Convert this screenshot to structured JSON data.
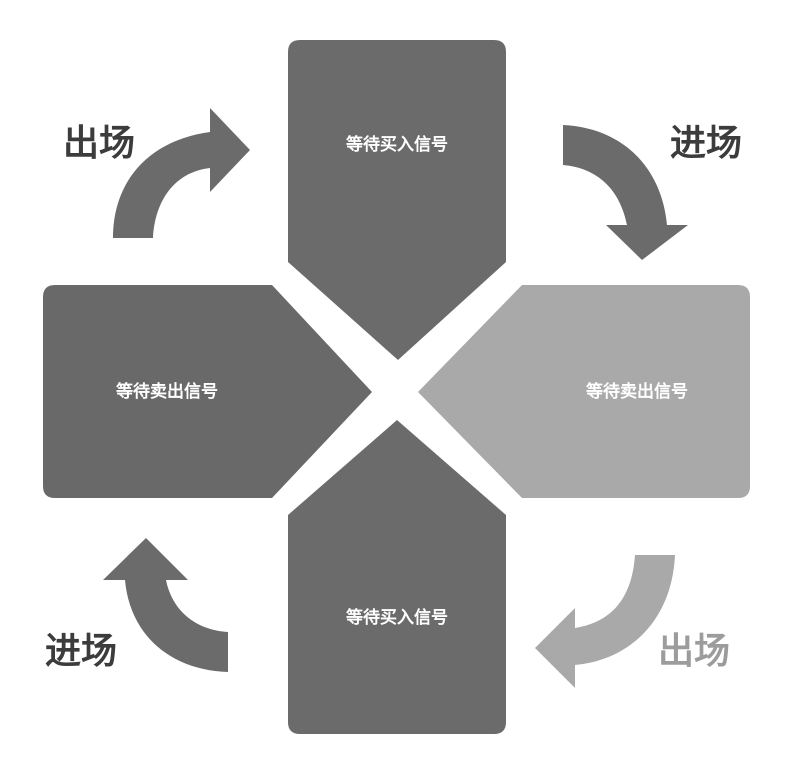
{
  "colors": {
    "dark": "#6b6b6b",
    "darker": "#696969",
    "light": "#a9a9a9",
    "label_dark": "#3c3c3c",
    "label_light": "#9c9c9c"
  },
  "blocks": {
    "top": {
      "label": "等待买入信号"
    },
    "left": {
      "label": "等待卖出信号"
    },
    "right": {
      "label": "等待卖出信号"
    },
    "bottom": {
      "label": "等待买入信号"
    }
  },
  "phases": {
    "top_left": {
      "label": "出场"
    },
    "top_right": {
      "label": "进场"
    },
    "bottom_left": {
      "label": "进场"
    },
    "bottom_right": {
      "label": "出场"
    }
  },
  "arrows": {
    "top_left": {
      "icon": "curved-arrow-right-icon"
    },
    "top_right": {
      "icon": "curved-arrow-down-icon"
    },
    "bottom_left": {
      "icon": "curved-arrow-up-icon"
    },
    "bottom_right": {
      "icon": "curved-arrow-left-icon"
    }
  }
}
